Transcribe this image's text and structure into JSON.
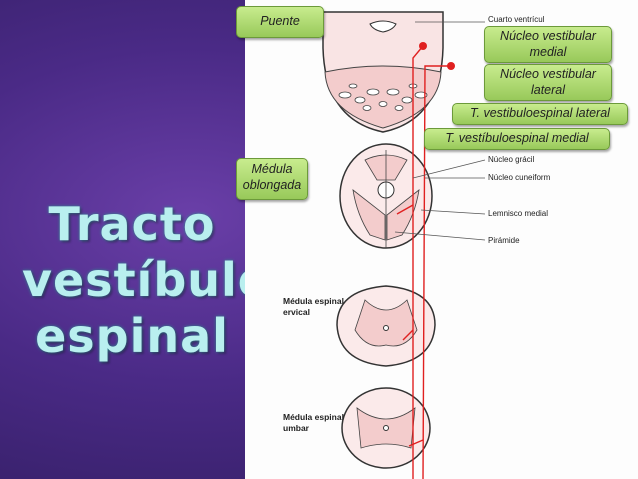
{
  "title": {
    "line1": "Tracto",
    "line2": "vestíbulo",
    "line3": "espinal"
  },
  "callouts": {
    "puente": "Puente",
    "medula_oblongada": "Médula oblongada",
    "nucleo_vestibular_medial": "Núcleo vestibular medial",
    "nucleo_vestibular_lateral": "Núcleo vestibular lateral",
    "t_vestibuloespinal_lateral": "T. vestibuloespinal lateral",
    "t_vestibuloespinal_medial": "T. vestíbuloespinal medial"
  },
  "figure_labels": {
    "cuarto_ventriculo": "Cuarto ventrícul",
    "nucleo_gracil": "Núcleo grácil",
    "nucleo_cuneiforme": "Núcleo cuneiform",
    "lemnisco_medial": "Lemnisco medial",
    "piramide": "Pirámide",
    "medula_cervical_1": "Médula espinal",
    "medula_cervical_2": "ervical",
    "medula_lumbar_1": "Médula espinal",
    "medula_lumbar_2": "umbar"
  },
  "colors": {
    "background": "#4a2a86",
    "title_text": "#b9efef",
    "callout_fill": "#b5de78",
    "tract_line": "#e02020",
    "section_fill": "#f6d6d6"
  }
}
